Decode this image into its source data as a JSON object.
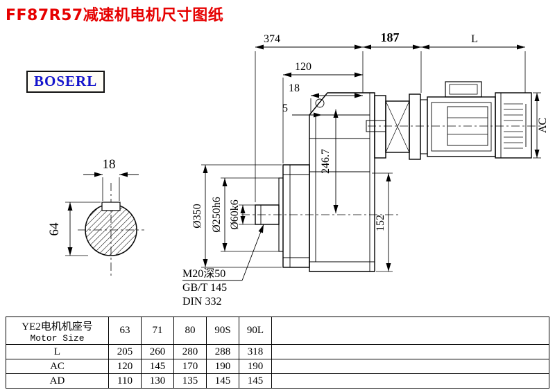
{
  "page": {
    "title": "FF87R57减速机电机尺寸图纸",
    "brand": "BOSERL"
  },
  "drawing": {
    "dims": {
      "overall_374": "374",
      "motor_187": "187",
      "motor_L": "L",
      "d120": "120",
      "d18_top": "18",
      "d5": "5",
      "ac": "AC",
      "flange_350": "Ø350",
      "spigot_250": "Ø250h6",
      "shaft_60": "Ø60k6",
      "d246_7": "246.7",
      "d152": "152",
      "key_18": "18",
      "key_64": "64"
    },
    "notes": {
      "tap": "M20深50",
      "gbt": "GB/T 145",
      "din": "DIN 332"
    }
  },
  "table": {
    "header_cn": "YE2电机机座号",
    "header_en": "Motor Size",
    "sizes": [
      "63",
      "71",
      "80",
      "90S",
      "90L"
    ],
    "rows": [
      {
        "label": "L",
        "values": [
          "205",
          "260",
          "280",
          "288",
          "318"
        ]
      },
      {
        "label": "AC",
        "values": [
          "120",
          "145",
          "170",
          "190",
          "190"
        ]
      },
      {
        "label": "AD",
        "values": [
          "110",
          "130",
          "135",
          "145",
          "145"
        ]
      }
    ]
  }
}
